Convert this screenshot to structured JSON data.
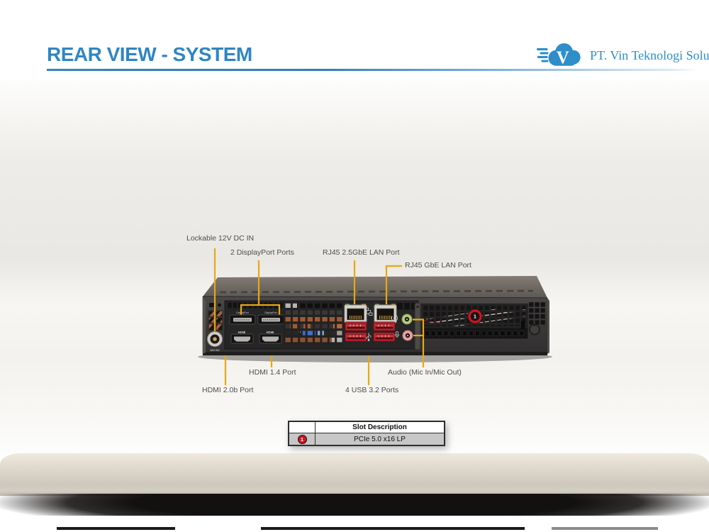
{
  "slide": {
    "title": "REAR VIEW - SYSTEM"
  },
  "logo": {
    "company": "PT. Vin Teknologi Solusi",
    "monogram": "V"
  },
  "callouts": {
    "dc_in": "Lockable 12V DC IN",
    "displayports": "2 DisplayPort Ports",
    "lan_25gbe": "RJ45 2.5GbE LAN Port",
    "lan_gbe": "RJ45 GbE LAN Port",
    "hdmi_14": "HDMI 1.4 Port",
    "hdmi_20b": "HDMI 2.0b Port",
    "usb": "4 USB 3.2 Ports",
    "audio": "Audio (Mic In/Mic Out)"
  },
  "device": {
    "engravings": {
      "displayport": "DisplayPort",
      "hdmi": "HDMI",
      "dc_label": "12V DC"
    },
    "slot_badge": "1"
  },
  "table": {
    "headers": [
      "",
      "Slot Description"
    ],
    "rows": [
      {
        "badge": "1",
        "desc": "PCIe 5.0 x16 LP"
      }
    ]
  },
  "colors": {
    "title_blue": "#2f86c3",
    "logo_blue": "#2e8ec9",
    "callout_amber": "#e7a812",
    "badge_red": "#d01322",
    "usb_red": "#c22630",
    "audio_lineout_green": "#b6cc80",
    "audio_mic_pink": "#e9a3a6"
  }
}
